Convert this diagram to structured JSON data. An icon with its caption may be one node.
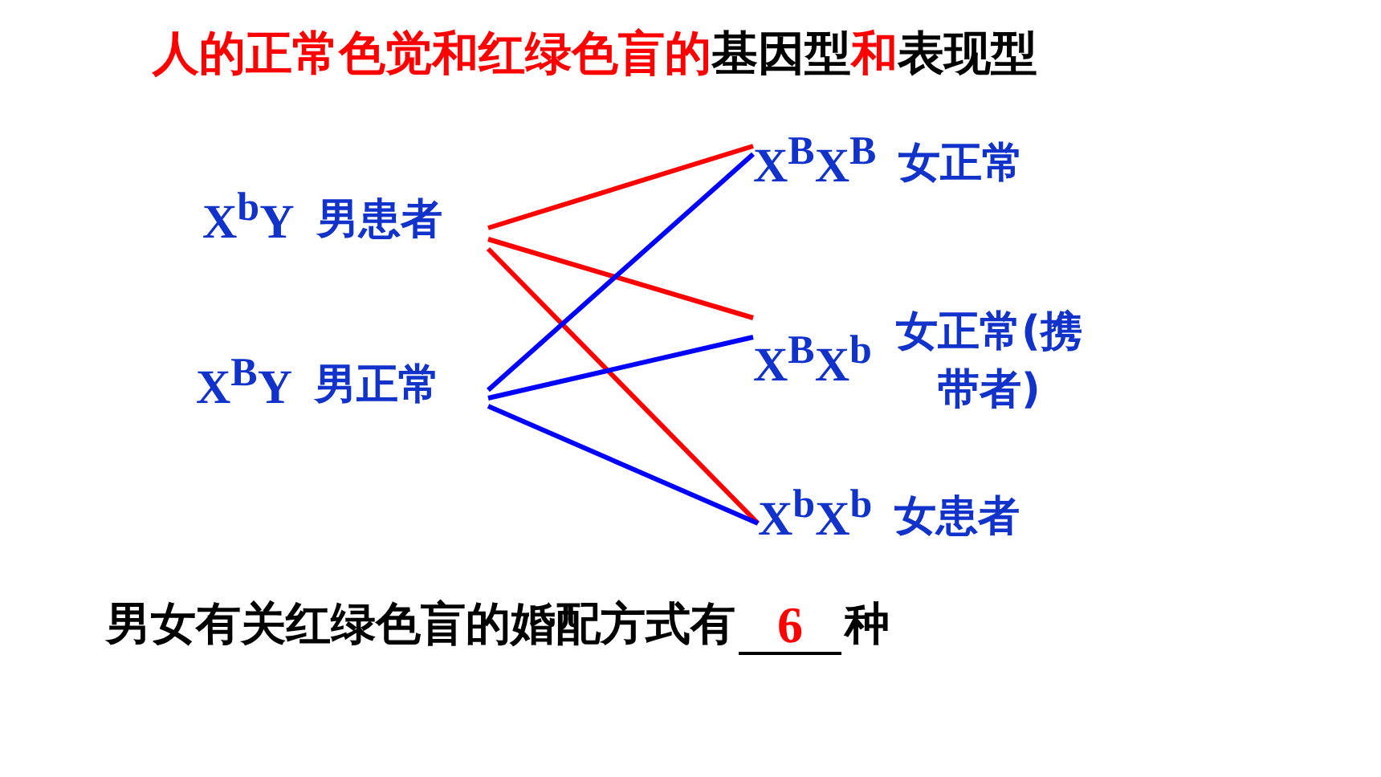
{
  "diagram": {
    "title": "人的正常色觉和红绿色盲的基因型和表现型",
    "nodes": [
      {
        "text": [
          "X$^{b}$Y",
          "男患者"
        ]
      },
      {
        "text": [
          "X$^{B}$Y",
          "男正常"
        ]
      },
      {
        "text": [
          "X$^{B}$X$^{B}$",
          "女正常"
        ]
      },
      {
        "text": [
          "X$^{B}$X$^{b}$",
          "女正常(携带者)"
        ]
      },
      {
        "text": [
          "X$^{b}$X$^{b}$",
          "女患者"
        ]
      }
    ],
    "edges": [
      {
        "from": 0,
        "to": 2,
        "arrow": "none",
        "color": "#ff0000"
      },
      {
        "from": 0,
        "to": 3,
        "arrow": "none",
        "color": "#ff0000"
      },
      {
        "from": 0,
        "to": 4,
        "arrow": "none",
        "color": "#ff0000"
      },
      {
        "from": 1,
        "to": 2,
        "arrow": "none",
        "color": "#0000ff"
      },
      {
        "from": 1,
        "to": 3,
        "arrow": "none",
        "color": "#0000ff"
      },
      {
        "from": 1,
        "to": 4,
        "arrow": "none",
        "color": "#0000ff"
      }
    ],
    "labels": [
      "男女有关红绿色盲的婚配方式有",
      "6",
      "种"
    ]
  }
}
